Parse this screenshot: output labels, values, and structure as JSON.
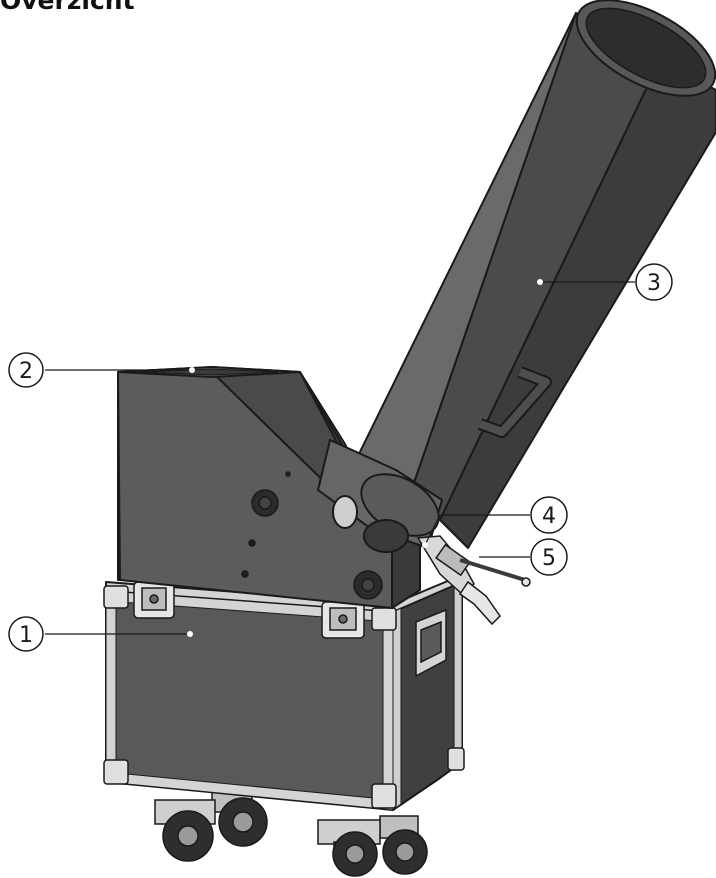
{
  "page": {
    "heading": "Overzicht"
  },
  "figure": {
    "subject": "confetti cannon machine on a wheeled flight case",
    "callouts": [
      {
        "number": "1"
      },
      {
        "number": "2"
      },
      {
        "number": "3"
      },
      {
        "number": "4"
      },
      {
        "number": "5"
      }
    ]
  },
  "colors": {
    "body": "#5a5a5a",
    "body_dark": "#3f3f3f",
    "body_light": "#7a7a7a",
    "case_panel": "#595959",
    "case_trim": "#d4d4d4",
    "outline": "#1a1a1a",
    "wheel": "#2e2e2e"
  }
}
